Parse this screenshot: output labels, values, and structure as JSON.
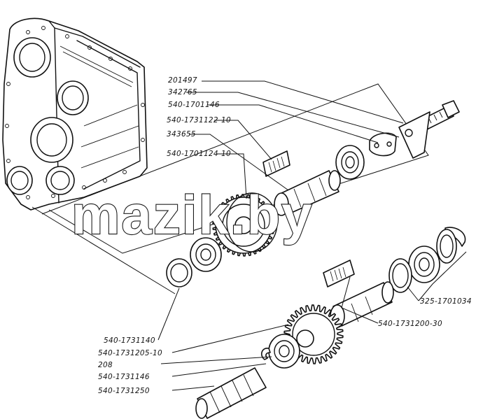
{
  "diagram": {
    "watermark": "mazik.by",
    "labels": {
      "l1": "201497",
      "l2": "342765",
      "l3": "540-1701146",
      "l4": "540-1731122-10",
      "l5": "343655",
      "l6": "540-1701124-10",
      "l7": "325-1701034",
      "l8": "540-1731200-30",
      "l9": "540-1731140",
      "l10": "540-1731205-10",
      "l11": "208",
      "l12": "540-1731146",
      "l13": "540-1731250"
    }
  }
}
